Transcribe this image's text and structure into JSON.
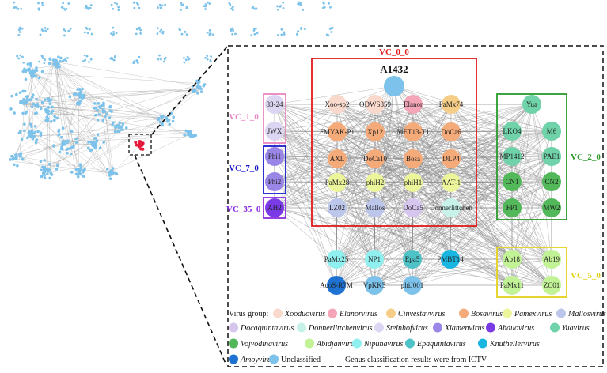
{
  "figure": {
    "highlight_node": "A1432",
    "clusters": [
      {
        "id": "vc00",
        "label": "VC_0_0",
        "color": "#e01a1a"
      },
      {
        "id": "vc10",
        "label": "VC_1_0",
        "color": "#e985c0"
      },
      {
        "id": "vc70",
        "label": "VC_7_0",
        "color": "#1a1acc"
      },
      {
        "id": "vc350",
        "label": "VC_35_0",
        "color": "#8a2be2"
      },
      {
        "id": "vc20",
        "label": "VC_2_0",
        "color": "#2a9a2a"
      },
      {
        "id": "vc50",
        "label": "VC_5_0",
        "color": "#e6d21a"
      }
    ],
    "nodes": [
      {
        "name": "Xoo-sp2",
        "group": "Xooduovirus"
      },
      {
        "name": "ODWS359",
        "group": "Xooduovirus"
      },
      {
        "name": "Elanor",
        "group": "Elanorvirus"
      },
      {
        "name": "PaMx74",
        "group": "Cinvestavvirus"
      },
      {
        "name": "FMYAK-P1",
        "group": "Bosavirus"
      },
      {
        "name": "Xp12",
        "group": "Bosavirus"
      },
      {
        "name": "MET13-T1",
        "group": "Bosavirus"
      },
      {
        "name": "DoCa6",
        "group": "Bosavirus"
      },
      {
        "name": "AXL",
        "group": "Bosavirus"
      },
      {
        "name": "DoCa10",
        "group": "Bosavirus"
      },
      {
        "name": "Bosa",
        "group": "Bosavirus"
      },
      {
        "name": "DLP4",
        "group": "Bosavirus"
      },
      {
        "name": "PaMx28",
        "group": "Pamexvirus"
      },
      {
        "name": "phiH2",
        "group": "Pamexvirus"
      },
      {
        "name": "phiH1",
        "group": "Pamexvirus"
      },
      {
        "name": "AAT-1",
        "group": "Pamexvirus"
      },
      {
        "name": "LZ02",
        "group": "Mallosvirus"
      },
      {
        "name": "Mallos",
        "group": "Mallosvirus"
      },
      {
        "name": "DoCa5",
        "group": "Docaquintavirus"
      },
      {
        "name": "Donnerlittchen",
        "group": "Donnerlittchenvirus"
      },
      {
        "name": "83-24",
        "group": "Steinhofvirus"
      },
      {
        "name": "JWX",
        "group": "Steinhofvirus"
      },
      {
        "name": "Phi1",
        "group": "Xiamenvirus"
      },
      {
        "name": "Phi2",
        "group": "Xiamenvirus"
      },
      {
        "name": "AH2",
        "group": "Ahduovirus"
      },
      {
        "name": "Yua",
        "group": "Yuavirus"
      },
      {
        "name": "LKO4",
        "group": "Yuavirus"
      },
      {
        "name": "M6",
        "group": "Yuavirus"
      },
      {
        "name": "MP1412",
        "group": "Yuavirus"
      },
      {
        "name": "PAE1",
        "group": "Yuavirus"
      },
      {
        "name": "CN1",
        "group": "Vojvodinavirus"
      },
      {
        "name": "CN2",
        "group": "Vojvodinavirus"
      },
      {
        "name": "FP1",
        "group": "Vojvodinavirus"
      },
      {
        "name": "MW2",
        "group": "Vojvodinavirus"
      },
      {
        "name": "Ab18",
        "group": "Abidjanvirus"
      },
      {
        "name": "Ab19",
        "group": "Abidjanvirus"
      },
      {
        "name": "PaMx11",
        "group": "Abidjanvirus"
      },
      {
        "name": "ZC01",
        "group": "Abidjanvirus"
      },
      {
        "name": "PaMx25",
        "group": "Nipunavirus"
      },
      {
        "name": "NP1",
        "group": "Nipunavirus"
      },
      {
        "name": "Epa5",
        "group": "Epaquintavirus"
      },
      {
        "name": "PMBT14",
        "group": "Knuthellervirus"
      },
      {
        "name": "AcoS-R7M",
        "group": "Amoyvirus"
      },
      {
        "name": "VpKK5",
        "group": "Unclassified"
      },
      {
        "name": "phiJ001",
        "group": "Unclassified"
      }
    ],
    "legend": {
      "title": "Virus group:",
      "note": "Genus classification results were from ICTV",
      "items": [
        {
          "name": "Xooduovirus",
          "color": "#f9d9cc"
        },
        {
          "name": "Elanorvirus",
          "color": "#f4a6b8"
        },
        {
          "name": "Cinvestavvirus",
          "color": "#f5cd86"
        },
        {
          "name": "Bosavirus",
          "color": "#f5aa7a"
        },
        {
          "name": "Pamexvirus",
          "color": "#ecf59a"
        },
        {
          "name": "Mallosvirus",
          "color": "#bcc6ea"
        },
        {
          "name": "Docaquintavirus",
          "color": "#d6c6ee"
        },
        {
          "name": "Donnerlittchenvirus",
          "color": "#c6f2ea"
        },
        {
          "name": "Steinhofvirus",
          "color": "#dcd6f2"
        },
        {
          "name": "Xiamenvirus",
          "color": "#9a86e6"
        },
        {
          "name": "Ahduovirus",
          "color": "#7a3ae6"
        },
        {
          "name": "Yuavirus",
          "color": "#6fd2a8"
        },
        {
          "name": "Vojvodinavirus",
          "color": "#52b85a"
        },
        {
          "name": "Abidjanvirus",
          "color": "#c2f296"
        },
        {
          "name": "Nipunavirus",
          "color": "#90f0f0"
        },
        {
          "name": "Epaquintavirus",
          "color": "#4ec2c6"
        },
        {
          "name": "Knuthellervirus",
          "color": "#1ab6e2"
        },
        {
          "name": "Amoyvirus",
          "color": "#1e72d2"
        },
        {
          "name": "Unclassified",
          "color": "#7cc2ea"
        }
      ]
    }
  }
}
